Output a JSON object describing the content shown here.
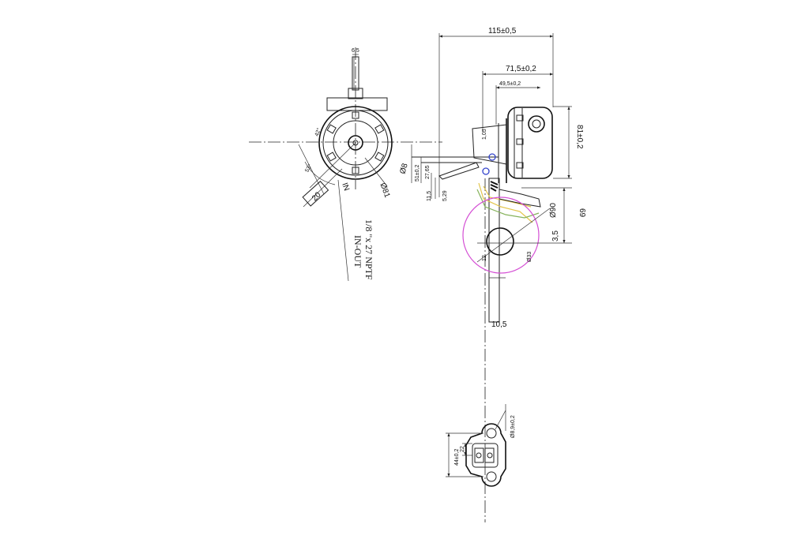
{
  "labels": {
    "front_view": {
      "stem_width": "6,5",
      "angle_small": "42°",
      "angle_main": "53°",
      "tab_width": "20",
      "hole_dia": "Ø8",
      "body_dia": "Ø81",
      "inlet": "IN",
      "thread": "1/8 \"x 27 NPTF",
      "port": "IN-OUT"
    },
    "side_view": {
      "overall_length": "115±0,5",
      "body_length": "71,5±0,2",
      "cover_length": "49,5±0,2",
      "body_height": "81±0,2",
      "small_offset": "1,05",
      "offset_51": "51±0,2",
      "offset_27": "27,65",
      "offset_11": "11,5",
      "offset_5": "5,29",
      "lever_reach": "69",
      "sweep_dia": "Ø90",
      "lever_offset": "3,5",
      "cam_dia": "Ø33",
      "cam_small": "12",
      "lever_width": "10,5"
    },
    "flange_view": {
      "hole_dia": "Ø8,9±0,2",
      "inner_spacing": "22",
      "hole_spacing": "44±0,2"
    }
  },
  "colors": {
    "sweep_circle": "#d44fd4",
    "hose_yellow": "#e3c54a",
    "hose_green": "#86b35c",
    "inlet_text": "#2cc3c6",
    "marker_blue": "#3344cc"
  }
}
